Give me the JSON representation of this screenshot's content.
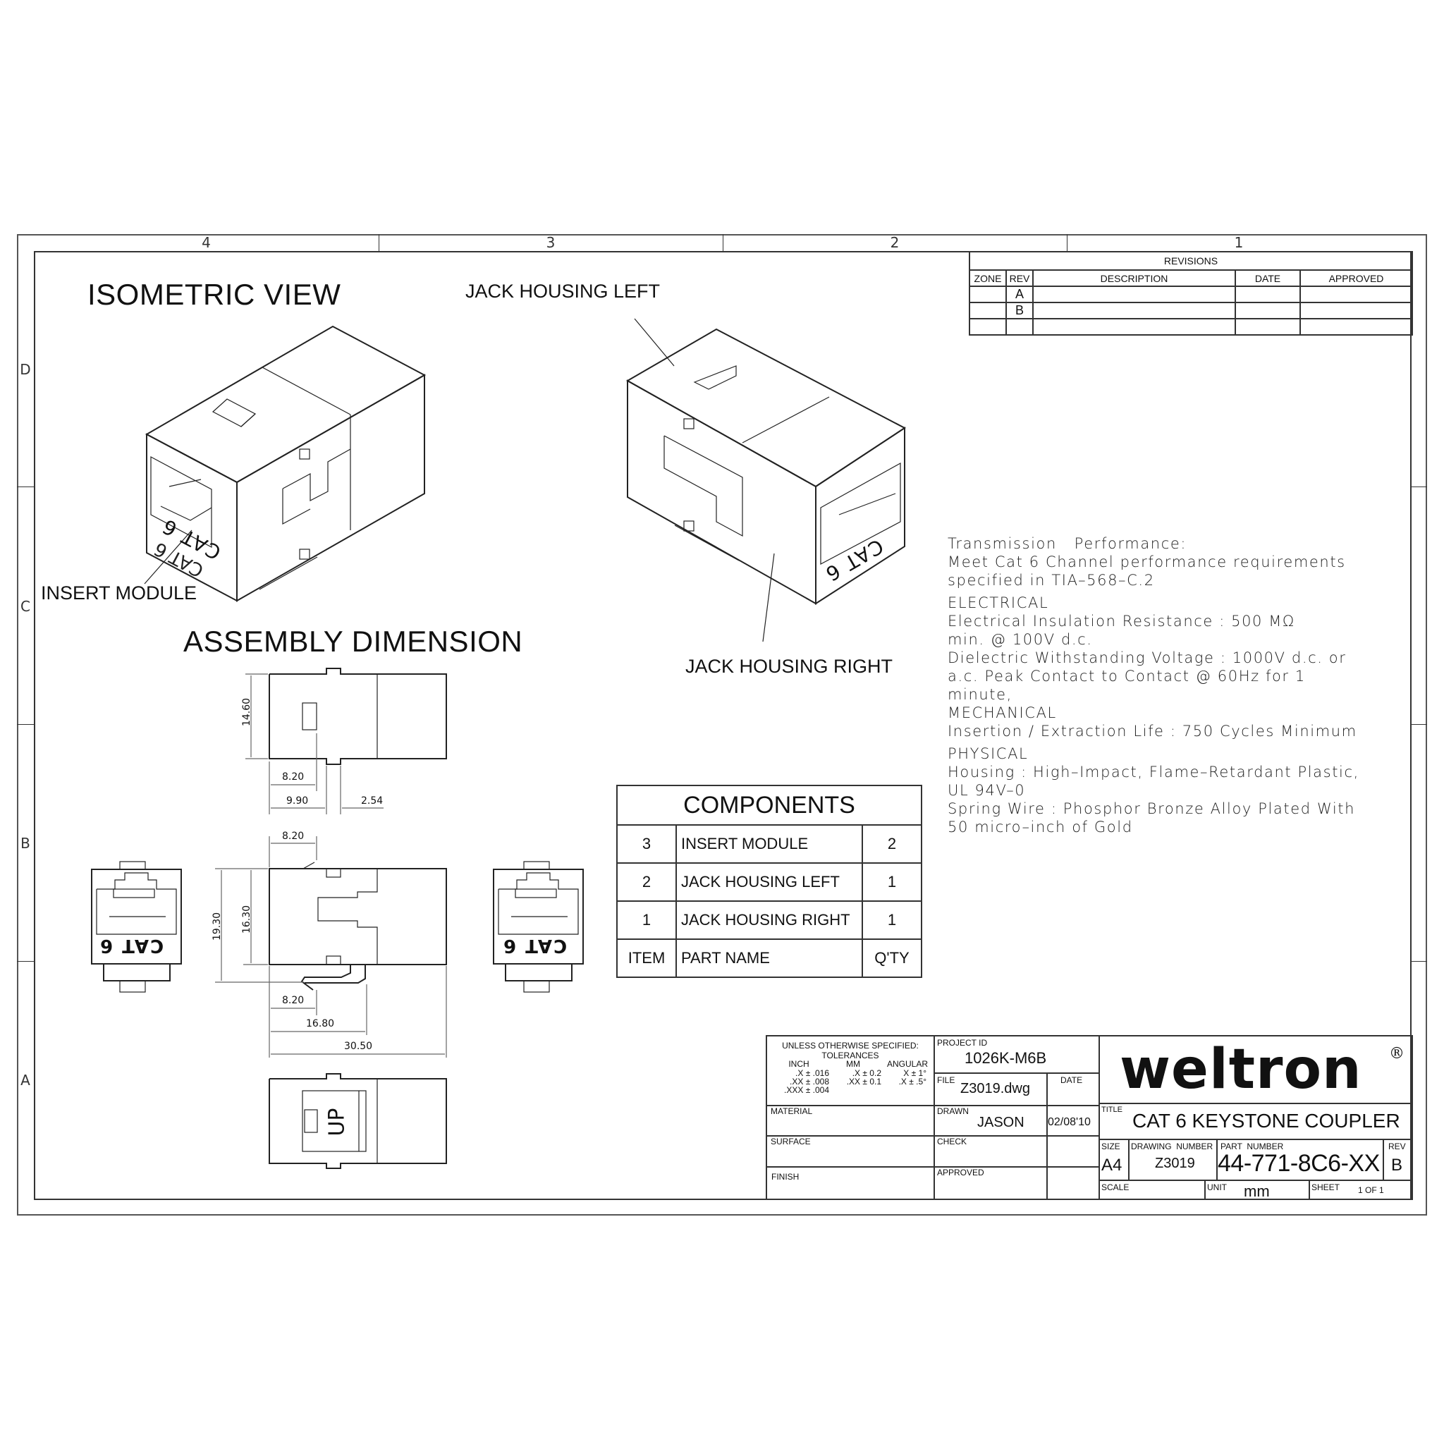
{
  "sheet": {
    "zones_top": [
      "4",
      "3",
      "2",
      "1"
    ],
    "zones_side": [
      "D",
      "C",
      "B",
      "A"
    ]
  },
  "views": {
    "isometric_title": "ISOMETRIC VIEW",
    "assembly_title": "ASSEMBLY DIMENSION",
    "callouts": {
      "jack_housing_left": "JACK HOUSING LEFT",
      "jack_housing_right": "JACK HOUSING RIGHT",
      "insert_module": "INSERT MODULE"
    },
    "jack_face_label": "CAT 6",
    "up_marking": "UP"
  },
  "dimensions": {
    "top_view": {
      "height": "14.60",
      "d1": "8.20",
      "d2": "9.90",
      "d3": "2.54"
    },
    "side_view": {
      "top_offset": "8.20",
      "outer_height": "19.30",
      "inner_height": "16.30",
      "bottom_offset": "8.20",
      "latch": "16.80",
      "overall_length": "30.50"
    }
  },
  "revisions": {
    "title": "REVISIONS",
    "headers": [
      "ZONE",
      "REV",
      "DESCRIPTION",
      "DATE",
      "APPROVED"
    ],
    "rows": [
      [
        "",
        "A",
        "",
        "",
        ""
      ],
      [
        "",
        "B",
        "",
        "",
        ""
      ],
      [
        "",
        "",
        "",
        "",
        ""
      ]
    ]
  },
  "specifications": {
    "transmission_title": "Transmission   Performance:",
    "transmission_lines": [
      "Meet Cat 6 Channel performance requirements",
      "specified in TIA–568–C.2"
    ],
    "electrical_title": "ELECTRICAL",
    "electrical_lines": [
      "Electrical Insulation Resistance : 500 MΩ",
      "min. @ 100V d.c.",
      "Dielectric Withstanding Voltage : 1000V d.c. or",
      "a.c. Peak Contact to Contact @ 60Hz for 1",
      "minute,"
    ],
    "mechanical_title": "MECHANICAL",
    "mechanical_lines": [
      "Insertion / Extraction Life : 750 Cycles Minimum"
    ],
    "physical_title": "PHYSICAL",
    "physical_lines": [
      "Housing : High–Impact, Flame–Retardant Plastic,",
      "UL 94V–0",
      "Spring Wire : Phosphor Bronze Alloy Plated With",
      "50 micro–inch of Gold"
    ]
  },
  "components": {
    "title": "COMPONENTS",
    "rows": [
      {
        "item": "3",
        "name": "INSERT MODULE",
        "qty": "2"
      },
      {
        "item": "2",
        "name": "JACK HOUSING LEFT",
        "qty": "1"
      },
      {
        "item": "1",
        "name": "JACK HOUSING RIGHT",
        "qty": "1"
      }
    ],
    "headers": {
      "item": "ITEM",
      "name": "PART NAME",
      "qty": "Q'TY"
    }
  },
  "title_block": {
    "tolerances": {
      "heading": "UNLESS OTHERWISE SPECIFIED:",
      "subheading": "TOLERANCES",
      "inch_label": "INCH",
      "mm_label": "MM",
      "angular_label": "ANGULAR",
      "inch_values": [
        ".X ± .016",
        ".XX ± .008",
        ".XXX ± .004"
      ],
      "mm_values": [
        ".X ± 0.2",
        ".XX ± 0.1"
      ],
      "angular_values": [
        "X ± 1°",
        ".X ± .5°"
      ]
    },
    "material_label": "MATERIAL",
    "surface_label": "SURFACE",
    "finish_label": "FINISH",
    "project_id_label": "PROJECT ID",
    "project_id": "1026K-M6B",
    "file_label": "FILE",
    "file": "Z3019.dwg",
    "date_label": "DATE",
    "drawn_label": "DRAWN",
    "drawn_by": "JASON",
    "drawn_date": "02/08'10",
    "check_label": "CHECK",
    "approved_label": "APPROVED",
    "brand": "weltron",
    "registered_mark": "®",
    "title_label": "TITLE",
    "title": "CAT 6 KEYSTONE COUPLER",
    "size_label": "SIZE",
    "size": "A4",
    "drawing_number_label": "DRAWING  NUMBER",
    "drawing_number": "Z3019",
    "part_number_label": "PART  NUMBER",
    "part_number": "44-771-8C6-XX",
    "rev_label": "REV",
    "rev": "B",
    "scale_label": "SCALE",
    "unit_label": "UNIT",
    "unit": "mm",
    "sheet_label": "SHEET",
    "sheet": "1 OF 1"
  }
}
